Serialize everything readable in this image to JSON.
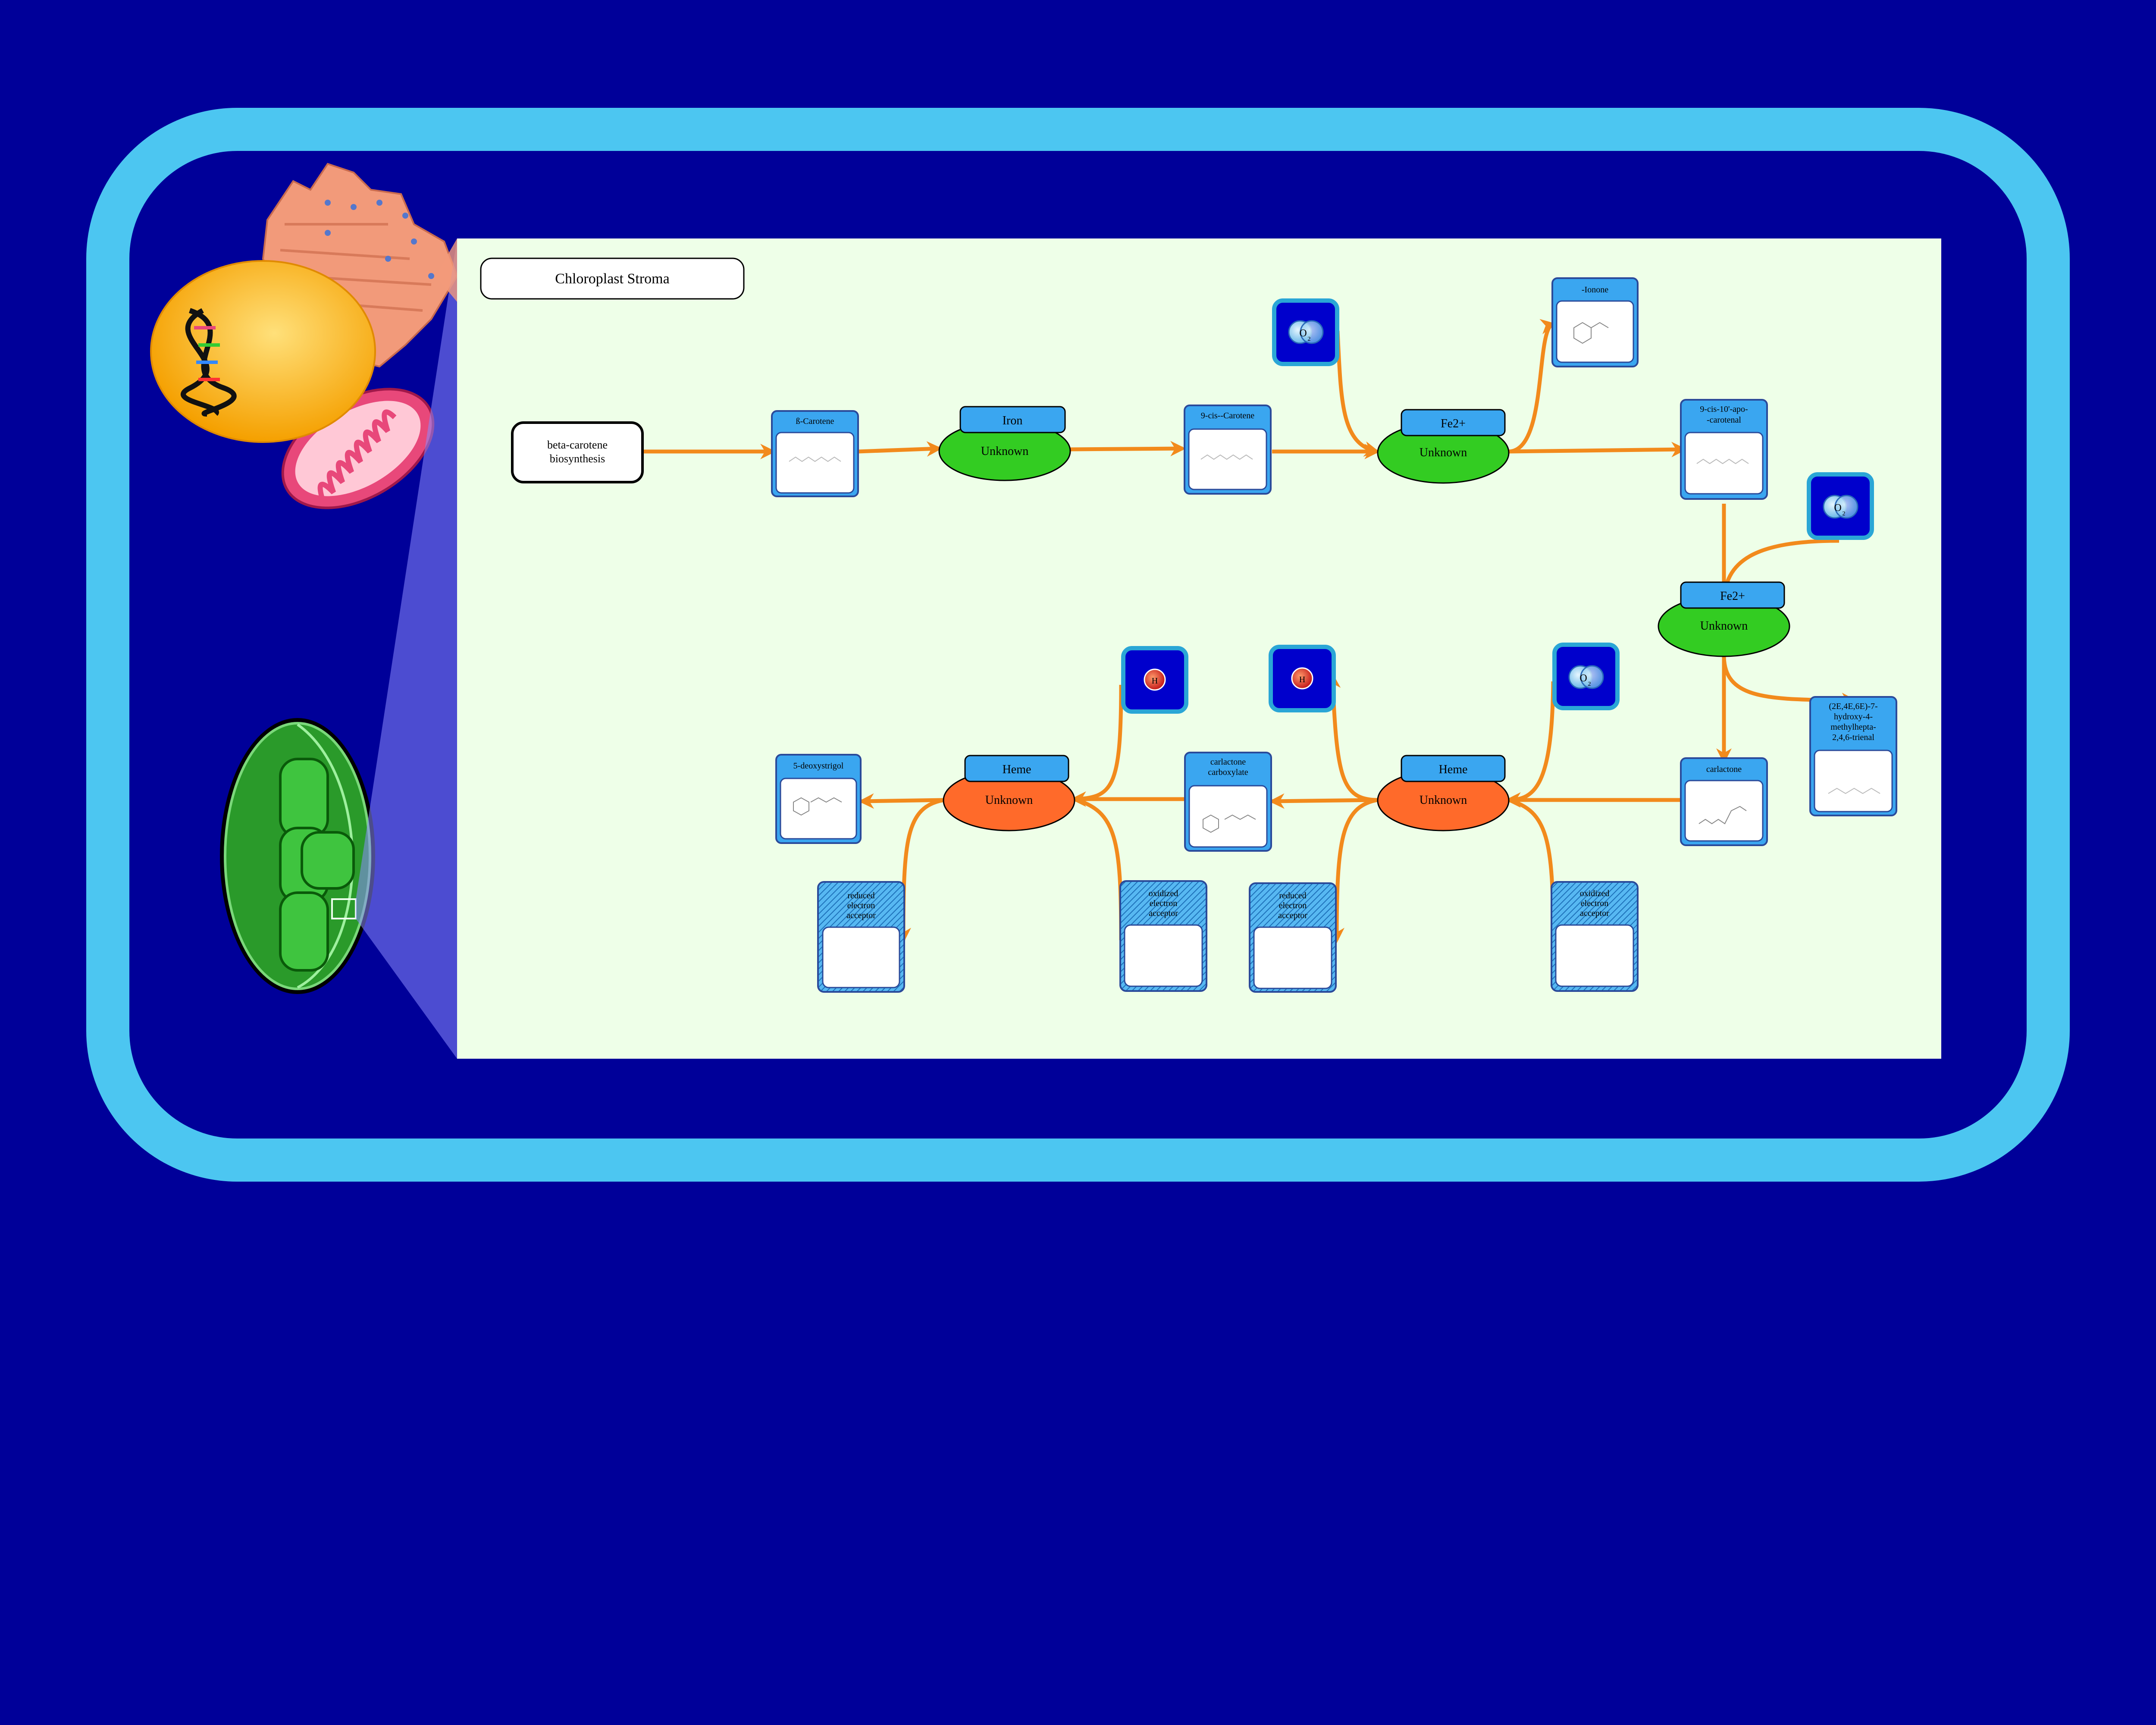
{
  "compartment": {
    "label": "Chloroplast Stroma"
  },
  "colors": {
    "background": "#000099",
    "cell_border": "#4cc6f1",
    "panel": "#eeffe8",
    "arrow": "#f28a1c",
    "compound_header": "#3aa6f0",
    "enzyme_green": "#33cc22",
    "enzyme_orange": "#ff6a2a"
  },
  "pathway_link": {
    "label_line1": "beta-carotene",
    "label_line2": "biosynthesis"
  },
  "compounds": {
    "beta_carotene": "ß-Carotene",
    "cis9_carotene": "9-cis--Carotene",
    "ionone": "-Ionone",
    "apo_carotenal_1": "9-cis-10'-apo-",
    "apo_carotenal_2": "-carotenal",
    "trienal_1": "(2E,4E,6E)-7-",
    "trienal_2": "hydroxy-4-",
    "trienal_3": "methylhepta-",
    "trienal_4": "2,4,6-trienal",
    "carlactone": "carlactone",
    "carlactone_carboxylate_1": "carlactone",
    "carlactone_carboxylate_2": "carboxylate",
    "deoxystrigol": "5-deoxystrigol",
    "o2": "O",
    "o2_sub": "2",
    "h2o": "H",
    "oxidized_acceptor_1": "oxidized",
    "oxidized_acceptor_2": "electron",
    "oxidized_acceptor_3": "acceptor",
    "reduced_acceptor_1": "reduced",
    "reduced_acceptor_2": "electron",
    "reduced_acceptor_3": "acceptor"
  },
  "enzymes": {
    "e1": {
      "cofactor": "Iron",
      "name": "Unknown"
    },
    "e2": {
      "cofactor": "Fe2+",
      "name": "Unknown"
    },
    "e3": {
      "cofactor": "Fe2+",
      "name": "Unknown"
    },
    "e4": {
      "cofactor": "Heme",
      "name": "Unknown"
    },
    "e5": {
      "cofactor": "Heme",
      "name": "Unknown"
    }
  }
}
